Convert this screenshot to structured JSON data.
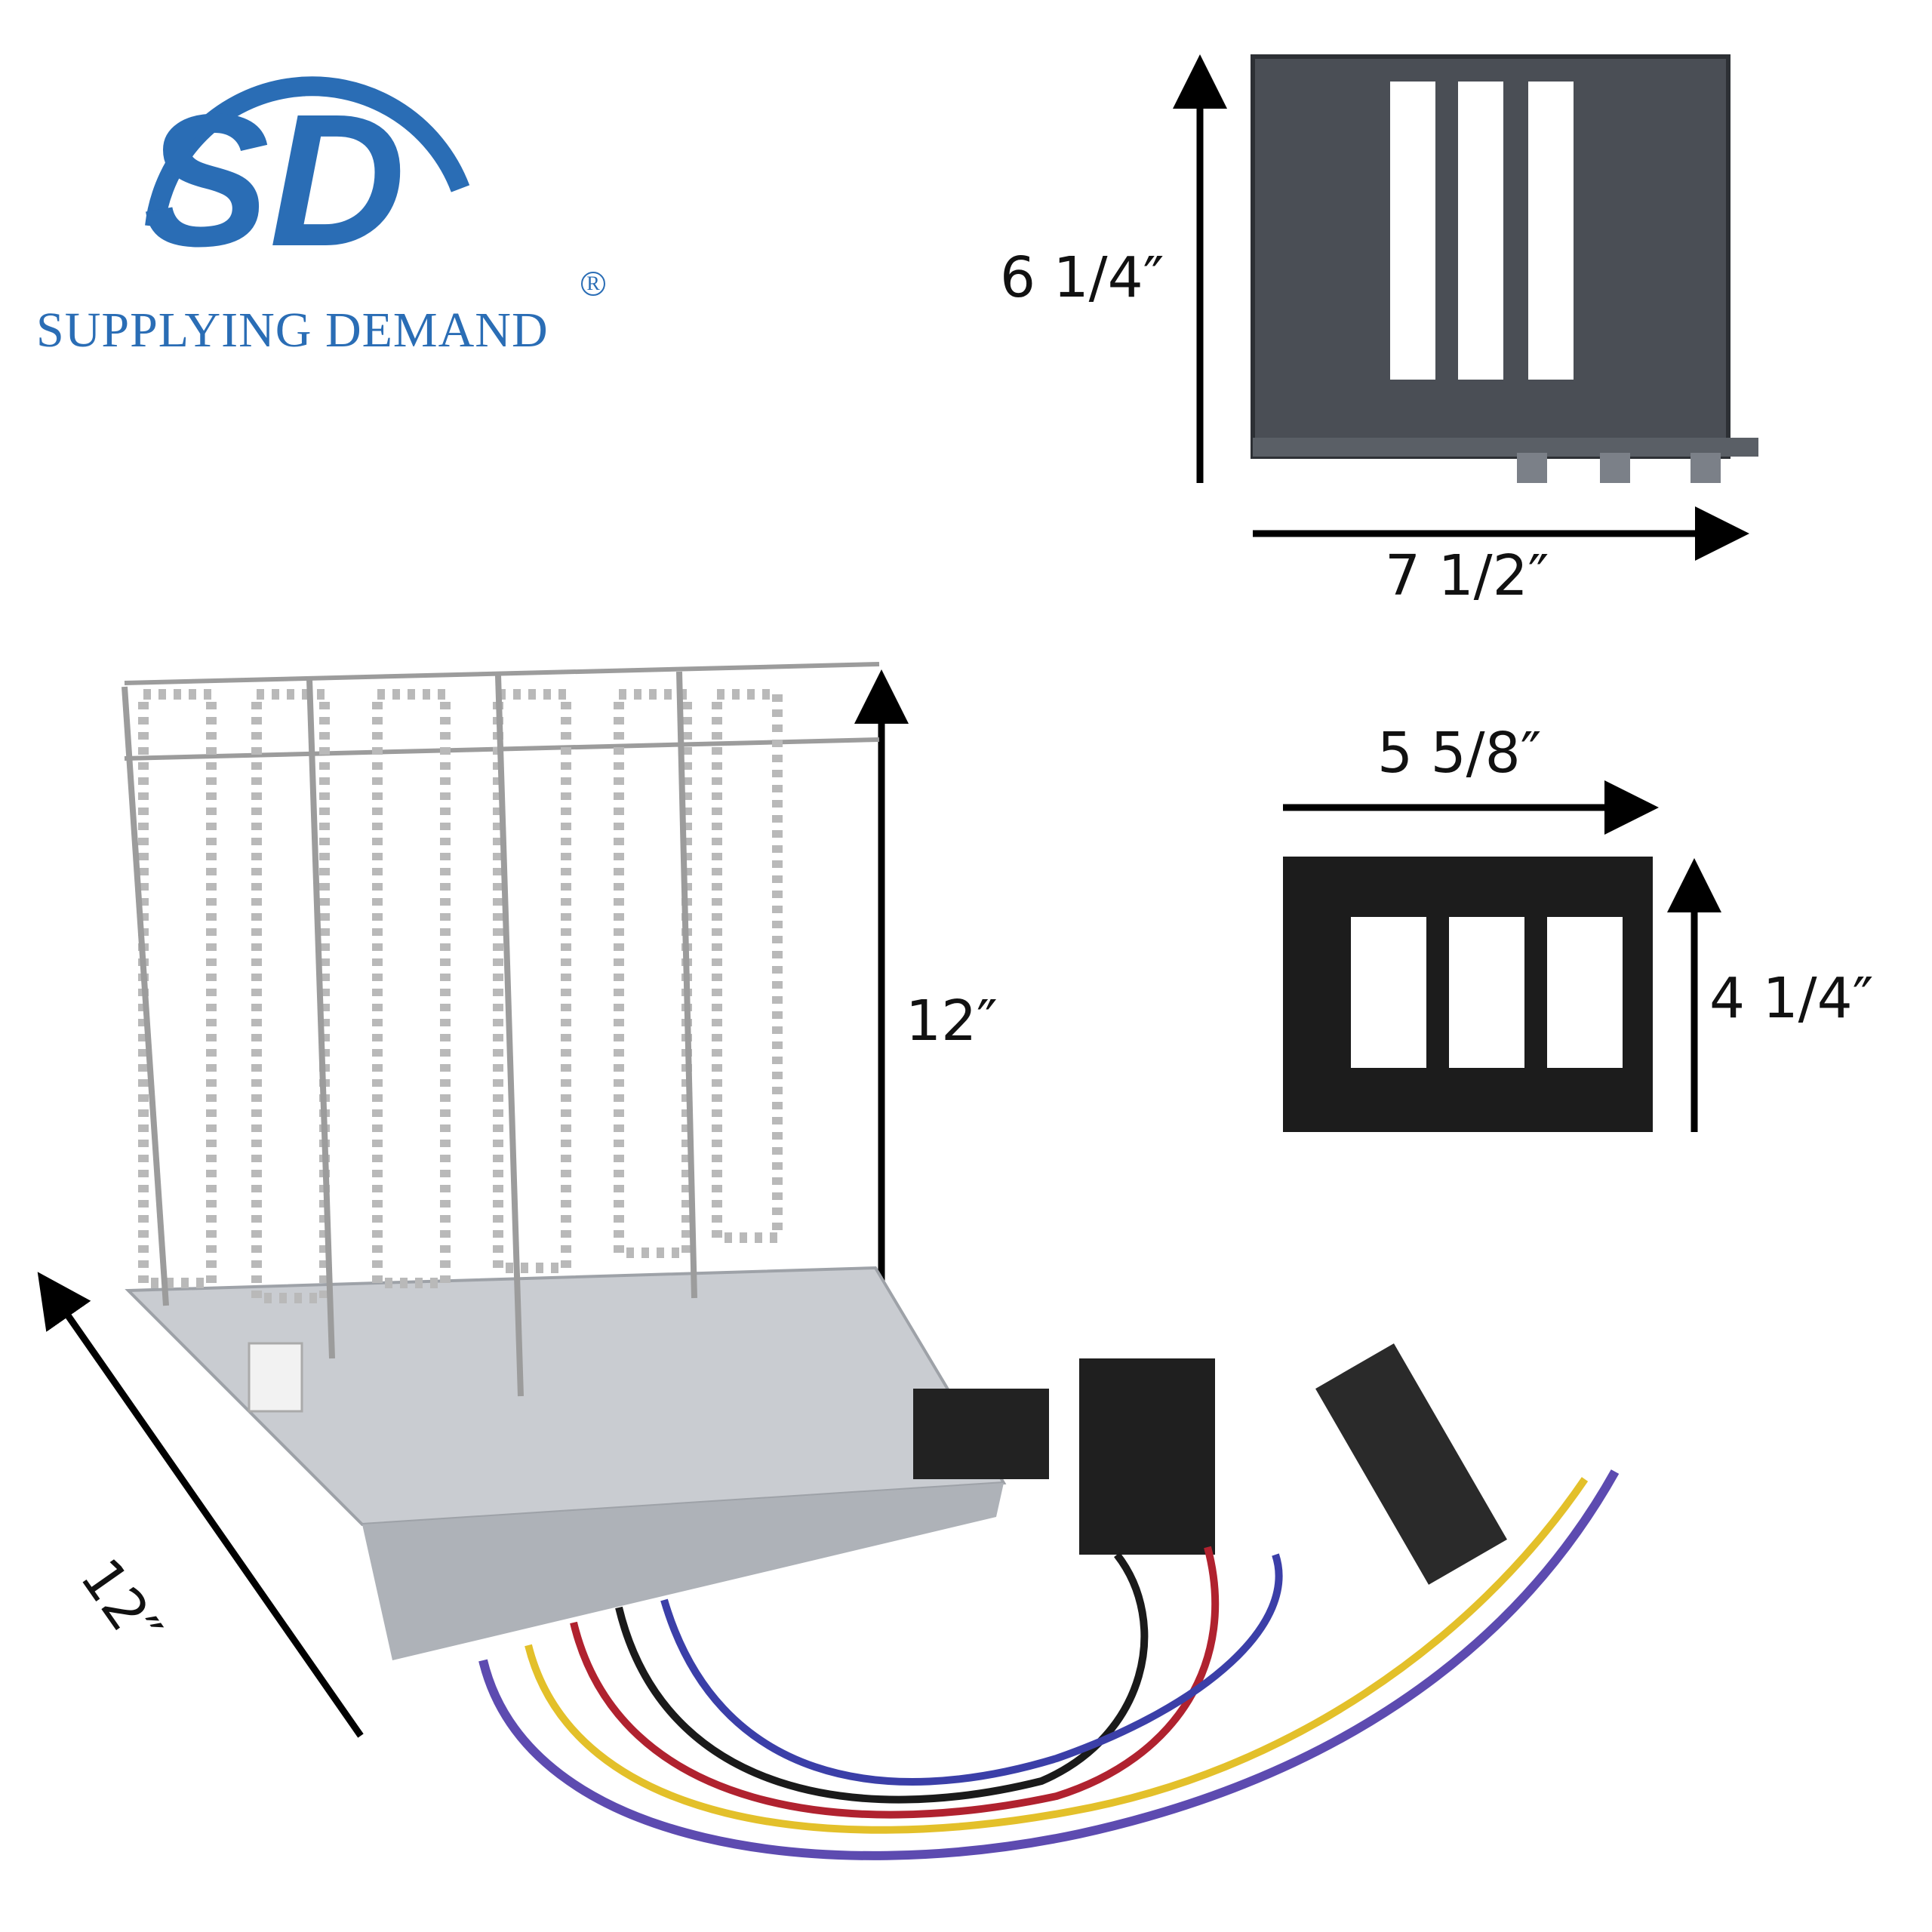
{
  "brand": {
    "name": "SUPPLYING DEMAND",
    "monogram": "SD",
    "registered_mark": "R",
    "color": "#2a6db5"
  },
  "dimensions": {
    "bracket_height": "6 1/4″",
    "bracket_width": "7 1/2″",
    "gasket_width": "5 5/8″",
    "gasket_height": "4 1/4″",
    "heater_height": "12″",
    "heater_depth": "12″"
  },
  "colors": {
    "bracket": "#4a4e55",
    "gasket": "#1c1c1c",
    "plate": "#c9ccd1",
    "coil": "#b9b9b9",
    "arrow": "#000000"
  }
}
